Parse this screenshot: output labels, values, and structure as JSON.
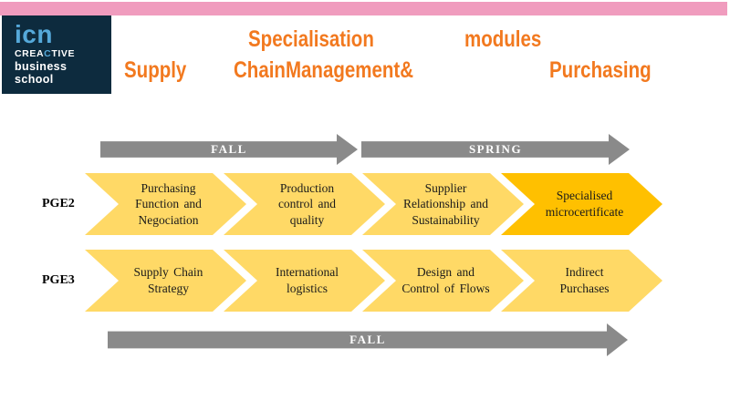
{
  "slide": {
    "background": "#FFFFFF",
    "accent_bar_color": "#F09CBE"
  },
  "logo": {
    "acronym": "icn",
    "tagline_prefix": "CREA",
    "tagline_accent": "C",
    "tagline_suffix": "TIVE",
    "word1": "business",
    "word2": "school",
    "bg_color": "#0D2B3E",
    "accent_color": "#55A9DA"
  },
  "title": {
    "color": "#F2791F",
    "line1_word1": "Specialisation",
    "line1_word2": "modules",
    "line2_word1": "Supply",
    "line2_word2": "ChainManagement&",
    "line2_word3": "Purchasing"
  },
  "timeline": {
    "arrow_color": "#8A8A8A",
    "top_fall_label": "FALL",
    "top_spring_label": "SPRING",
    "bottom_fall_label": "FALL"
  },
  "program_rows": [
    {
      "label": "PGE2",
      "modules": [
        {
          "text": "Purchasing\nFunction and\nNegociation",
          "highlight": false
        },
        {
          "text": "Production\ncontrol and\nquality",
          "highlight": false
        },
        {
          "text": "Supplier\nRelationship and\nSustainability",
          "highlight": false
        },
        {
          "text": "Specialised\nmicrocertificate",
          "highlight": true
        }
      ]
    },
    {
      "label": "PGE3",
      "modules": [
        {
          "text": "Supply Chain\nStrategy",
          "highlight": false
        },
        {
          "text": "International\nlogistics",
          "highlight": false
        },
        {
          "text": "Design and\nControl of Flows",
          "highlight": false
        },
        {
          "text": "Indirect\nPurchases",
          "highlight": false
        }
      ]
    }
  ],
  "colors": {
    "chevron": "#FFD966",
    "chevron_highlight": "#FFC000"
  }
}
